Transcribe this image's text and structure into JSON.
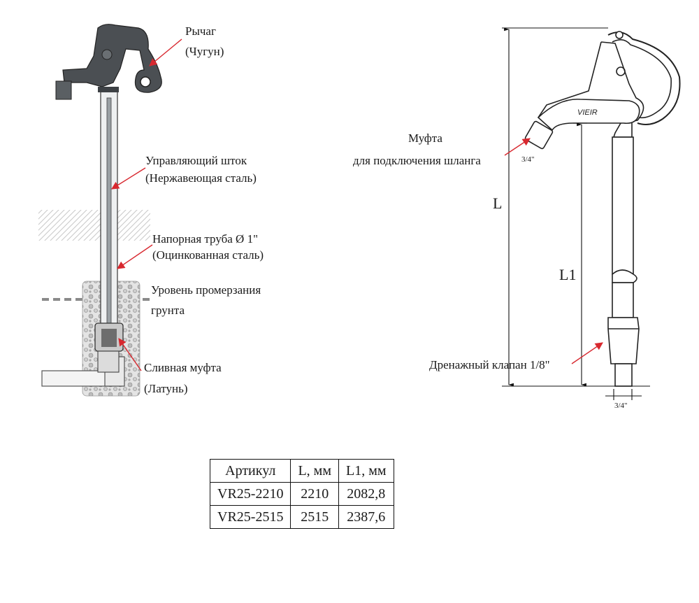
{
  "left_labels": {
    "lever": "Рычаг",
    "lever_material": "(Чугун)",
    "stem": "Управляющий шток",
    "stem_material": "(Нержавеющая сталь)",
    "pipe": "Напорная труба Ø 1\"",
    "pipe_material": "(Оцинкованная сталь)",
    "frost_line_1": "Уровень промерзания",
    "frost_line_2": "грунта",
    "drain_coupling": "Сливная муфта",
    "drain_material": "(Латунь)"
  },
  "right_labels": {
    "coupling_1": "Муфта",
    "coupling_2": "для подключения шланга",
    "coupling_size": "3/4\"",
    "dim_L": "L",
    "dim_L1": "L1",
    "drain_valve": "Дренажный клапан 1/8\"",
    "pipe_size": "3/4\"",
    "brand": "VIEIR"
  },
  "table": {
    "headers": [
      "Артикул",
      "L, мм",
      "L1, мм"
    ],
    "rows": [
      [
        "VR25-2210",
        "2210",
        "2082,8"
      ],
      [
        "VR25-2515",
        "2515",
        "2387,6"
      ]
    ]
  },
  "colors": {
    "arrow": "#d8282f",
    "metal_dark": "#4b4f53",
    "line": "#222222"
  }
}
